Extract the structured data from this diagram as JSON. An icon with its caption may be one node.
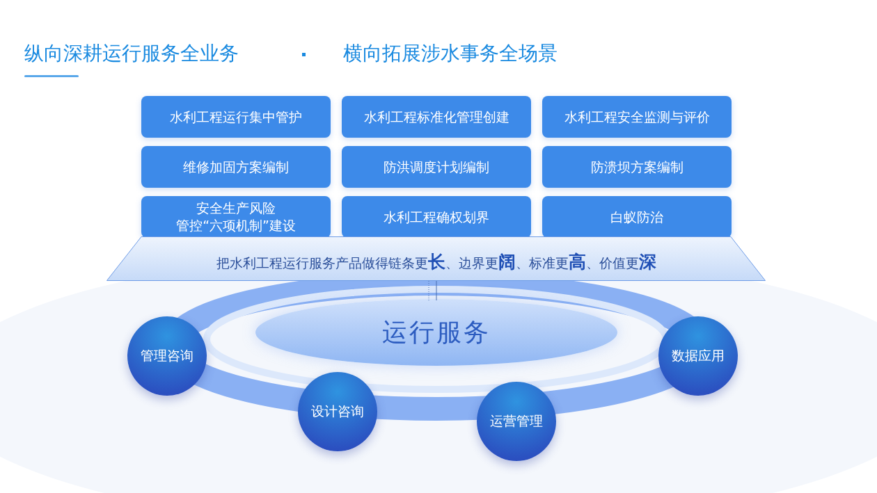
{
  "diagram": {
    "title": "纵向深耕运行服务全业务",
    "nodes": [
      {
        "text": [
          "水利工程运行集中管护"
        ]
      },
      {
        "text": [
          "水利工程标准化管理创建"
        ]
      },
      {
        "text": [
          "水利工程安全监测与评价"
        ]
      },
      {
        "text": [
          "维修加固方案编制"
        ]
      },
      {
        "text": [
          "防洪调度计划编制"
        ]
      },
      {
        "text": [
          "防溃坝方案编制"
        ]
      },
      {
        "text": [
          "安全生产风险管控“六项机制”建设"
        ]
      },
      {
        "text": [
          "水利工程确权划界"
        ]
      },
      {
        "text": [
          "白蚁防治"
        ]
      },
      {
        "text": [
          "把水利工程运行服务产品做得链条更**长**、边界更**阔**、标准更**高**、价值更**深**"
        ]
      },
      {
        "text": [
          "运行服务"
        ]
      },
      {
        "text": [
          "管理咨询"
        ]
      },
      {
        "text": [
          "设计咨询"
        ]
      },
      {
        "text": [
          "运营管理"
        ]
      },
      {
        "text": [
          "数据应用"
        ]
      }
    ],
    "edges": [
      {
        "from": 9,
        "to": 10,
        "arrow": "none",
        "style": "dashed"
      },
      {
        "from": 9,
        "to": 10,
        "arrow": "none"
      }
    ],
    "labels": [
      "横向拓展涉水事务全场景"
    ]
  }
}
